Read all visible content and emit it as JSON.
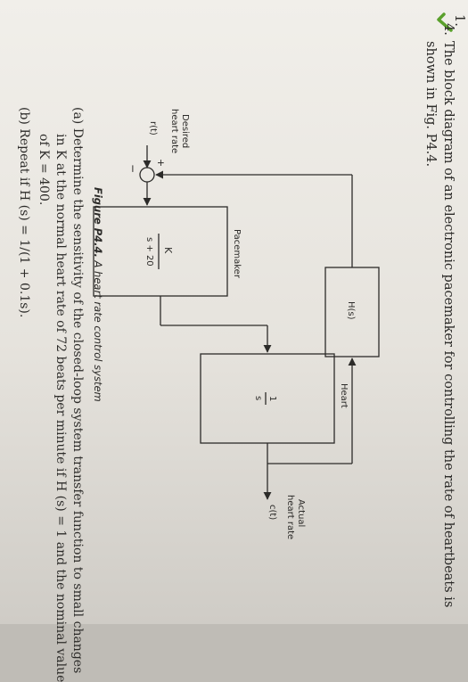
{
  "problem": {
    "number": "1.",
    "item_number": "4.",
    "line1": "The block diagram of an electronic pacemaker for controlling the rate of heartbeats is",
    "line2": "shown in Fig. P4.4."
  },
  "diagram": {
    "input_label_1": "Desired",
    "input_label_2": "heart rate",
    "input_signal": "r(t)",
    "sum_plus": "+",
    "sum_minus": "−",
    "pacemaker_title": "Pacemaker",
    "pacemaker_num": "K",
    "pacemaker_den": "s + 20",
    "heart_title": "Heart",
    "heart_num": "1",
    "heart_den": "s",
    "feedback_label": "H(s)",
    "output_label_1": "Actual",
    "output_label_2": "heart rate",
    "output_signal": "c(t)"
  },
  "caption": {
    "bold": "Figure P4.4.",
    "italic": "A heart rate control system"
  },
  "parts": {
    "a_line1": "(a) Determine the sensitivity of the closed-loop system transfer function to small changes",
    "a_line2": "in K at the normal heart rate of 72 beats per minute if H (s) = 1 and the nominal value",
    "a_line3": "of K = 400.",
    "b_line1": "(b) Repeat if H (s) = 1/(1 + 0.1s)."
  },
  "colors": {
    "check_mark": "#5aa02c"
  }
}
